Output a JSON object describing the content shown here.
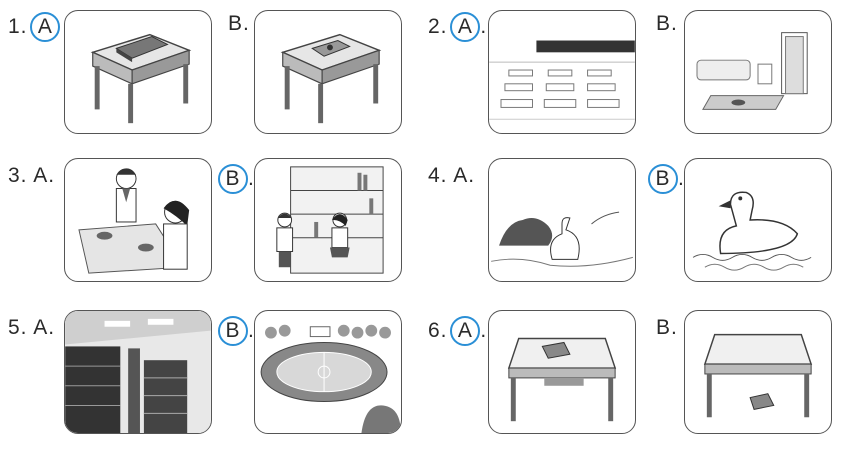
{
  "questions": [
    {
      "number": "1.",
      "options": [
        {
          "letter": "A",
          "circled": true,
          "suffix": ""
        },
        {
          "letter": "B",
          "circled": false,
          "suffix": "."
        }
      ]
    },
    {
      "number": "2.",
      "options": [
        {
          "letter": "A",
          "circled": true,
          "suffix": "."
        },
        {
          "letter": "B",
          "circled": false,
          "suffix": "."
        }
      ]
    },
    {
      "number": "3.",
      "options": [
        {
          "letter": "A",
          "circled": false,
          "suffix": "."
        },
        {
          "letter": "B",
          "circled": true,
          "suffix": "."
        }
      ]
    },
    {
      "number": "4.",
      "options": [
        {
          "letter": "A",
          "circled": false,
          "suffix": "."
        },
        {
          "letter": "B",
          "circled": true,
          "suffix": "."
        }
      ]
    },
    {
      "number": "5.",
      "options": [
        {
          "letter": "A",
          "circled": false,
          "suffix": "."
        },
        {
          "letter": "B",
          "circled": true,
          "suffix": "."
        }
      ]
    },
    {
      "number": "6.",
      "options": [
        {
          "letter": "A",
          "circled": true,
          "suffix": "."
        },
        {
          "letter": "B",
          "circled": false,
          "suffix": "."
        }
      ]
    }
  ],
  "colors": {
    "circle": "#2a8fd6",
    "line": "#555555"
  }
}
